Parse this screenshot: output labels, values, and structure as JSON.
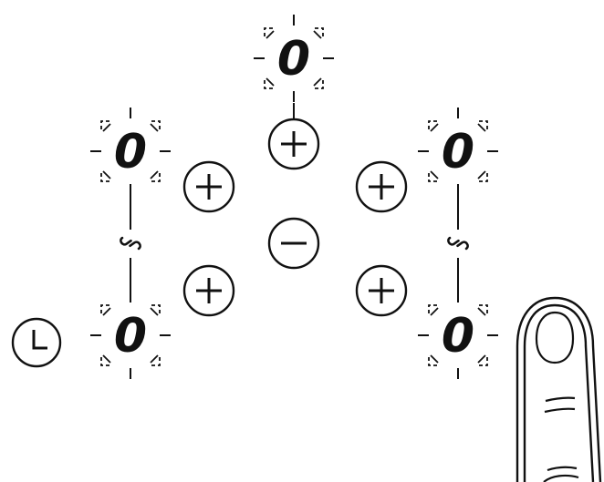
{
  "zones": [
    {
      "id": "top-center",
      "display": "0"
    },
    {
      "id": "upper-left",
      "display": "0"
    },
    {
      "id": "upper-right",
      "display": "0"
    },
    {
      "id": "lower-left",
      "display": "0"
    },
    {
      "id": "lower-right",
      "display": "0"
    }
  ],
  "icons": {
    "plus": "plus-icon",
    "minus": "minus-icon",
    "link": "link-icon",
    "clock": "clock-icon",
    "finger": "finger-icon"
  },
  "colors": {
    "stroke": "#111111",
    "background": "#ffffff"
  }
}
